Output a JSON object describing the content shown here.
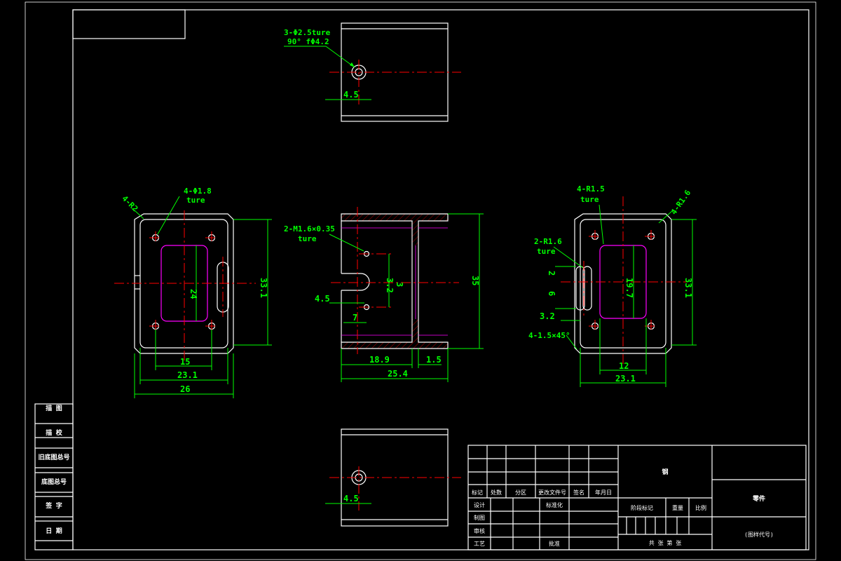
{
  "colors": {
    "background": "#000000",
    "outline": "#ffffff",
    "dimension": "#00ff00",
    "centerline": "#ff0000",
    "hidden": "#ff00ff"
  },
  "top_view": {
    "callout_line1": "3-Φ2.5ture",
    "callout_line2": "90° fΦ4.2",
    "dim_offset": "4.5"
  },
  "bottom_view": {
    "dim_offset": "4.5"
  },
  "left_view": {
    "callout_chamfer": "4-R2",
    "callout_holes_line1": "4-Φ1.8",
    "callout_holes_line2": "ture",
    "dim_slot_height": "24",
    "dim_height": "33.1",
    "dim_hole_pitch": "15",
    "dim_inner_width": "23.1",
    "dim_width": "26"
  },
  "section_view": {
    "callout_thread_line1": "2-M1.6×0.35",
    "callout_thread_line2": "ture",
    "dim_hole_spacing": "3.2",
    "dim_slot_width": "3",
    "dim_height": "35",
    "dim_slot_depth": "4.5",
    "dim_hole_offset": "7",
    "dim_inner_length": "18.9",
    "dim_wall": "1.5",
    "dim_length": "25.4"
  },
  "right_view": {
    "callout_r_line1": "4-R1.5",
    "callout_r_line2": "ture",
    "callout_r2": "4-R1.6",
    "callout_slot_line1": "2-R1.6",
    "callout_slot_line2": "ture",
    "dim_2": "2",
    "dim_6": "6",
    "dim_3_2": "3.2",
    "dim_chamfer": "4-1.5×45°",
    "dim_slot_height": "19.7",
    "dim_height": "33.1",
    "dim_slot_width": "12",
    "dim_width": "23.1"
  },
  "side_table": {
    "rows": [
      "描 图",
      "描 校",
      "旧底图总号",
      "底图总号",
      "签 字",
      "日 期"
    ]
  },
  "title_block": {
    "revision_headers": [
      "标记",
      "处数",
      "分区",
      "更改文件号",
      "签名",
      "年月日"
    ],
    "signature_rows": [
      "设计",
      "制图",
      "审核",
      "工艺"
    ],
    "standardize_label": "标准化",
    "approve_label": "批准",
    "material": "钢",
    "stage_mark": "阶段标记",
    "weight": "重量",
    "scale": "比例",
    "sheets": "共 张 第 张",
    "part_name": "零件",
    "drawing_number": "(图样代号)"
  }
}
